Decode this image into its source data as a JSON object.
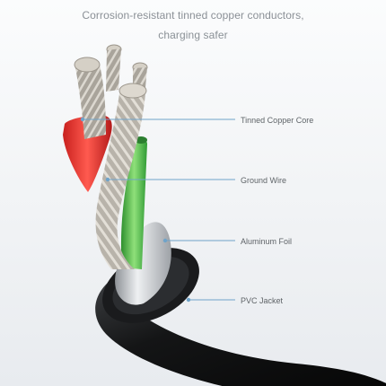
{
  "heading": {
    "line1": "Corrosion-resistant tinned copper conductors,",
    "line2": "charging safer"
  },
  "callouts": [
    {
      "id": "tinned-copper-core",
      "label": "Tinned Copper Core"
    },
    {
      "id": "ground-wire",
      "label": "Ground Wire"
    },
    {
      "id": "aluminum-foil",
      "label": "Aluminum Foil"
    },
    {
      "id": "pvc-jacket",
      "label": "PVC Jacket"
    }
  ],
  "colors": {
    "callout_line": "#6fa3c9",
    "jacket": "#121314",
    "red_insulation": "#e8322f",
    "green_wire": "#4fc24a",
    "foil": "#c9ccd1",
    "copper": "#c7c2b8"
  }
}
